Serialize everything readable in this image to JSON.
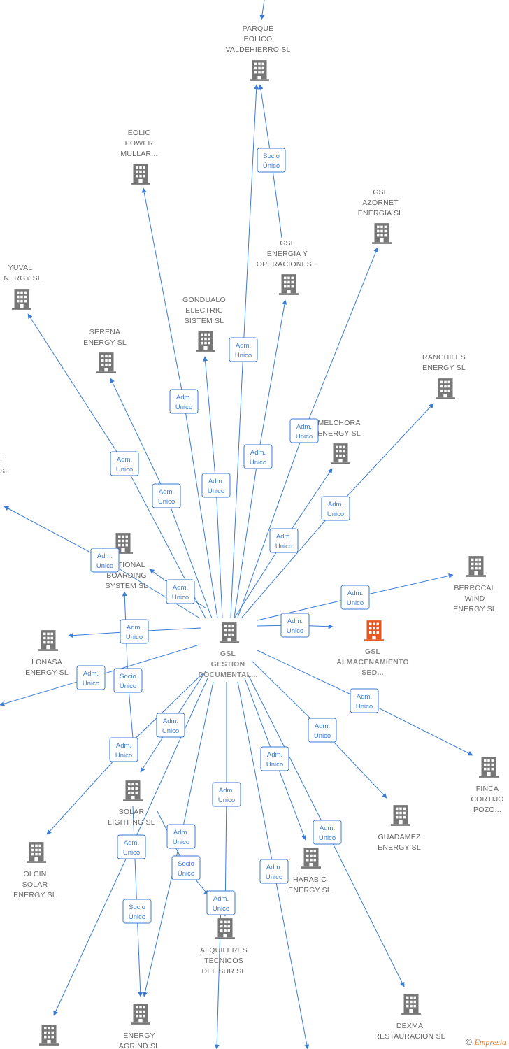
{
  "colors": {
    "edge": "#3a7bd5",
    "building": "#777777",
    "highlight": "#e8571e"
  },
  "nodes": [
    {
      "id": "center",
      "lines": [
        "GSL",
        "GESTION",
        "DOCUMENTAL..."
      ],
      "icon": "building-icon"
    },
    {
      "id": "parque",
      "lines": [
        "PARQUE",
        "EOLICO",
        "VALDEHIERRO SL"
      ],
      "icon": "building-icon"
    },
    {
      "id": "eolic",
      "lines": [
        "EOLIC",
        "POWER",
        "MULLAR..."
      ],
      "icon": "building-icon"
    },
    {
      "id": "azornet",
      "lines": [
        "GSL",
        "AZORNET",
        "ENERGIA SL"
      ],
      "icon": "building-icon"
    },
    {
      "id": "gslenergia",
      "lines": [
        "GSL",
        "ENERGIA Y",
        "OPERACIONES..."
      ],
      "icon": "building-icon"
    },
    {
      "id": "yuval",
      "lines": [
        "YUVAL",
        "ENERGY SL"
      ],
      "icon": "building-icon"
    },
    {
      "id": "gondualo",
      "lines": [
        "GONDUALO",
        "ELECTRIC",
        "SISTEM SL"
      ],
      "icon": "building-icon"
    },
    {
      "id": "serena",
      "lines": [
        "SERENA",
        "ENERGY SL"
      ],
      "icon": "building-icon"
    },
    {
      "id": "ranchiles",
      "lines": [
        "RANCHILES",
        "ENERGY SL"
      ],
      "icon": "building-icon"
    },
    {
      "id": "melchora",
      "lines": [
        "MELCHORA",
        "ENERGY SL"
      ],
      "icon": "building-icon"
    },
    {
      "id": "national",
      "lines": [
        "NATIONAL",
        "BOARDING",
        "SYSTEM SL"
      ],
      "icon": "building-icon"
    },
    {
      "id": "berrocal",
      "lines": [
        "BERROCAL",
        "WIND",
        "ENERGY SL"
      ],
      "icon": "building-icon"
    },
    {
      "id": "almacen",
      "lines": [
        "GSL",
        "ALMACENAMIENTO",
        "SED..."
      ],
      "icon": "building-icon",
      "highlight": true
    },
    {
      "id": "lonasa",
      "lines": [
        "LONASA",
        "ENERGY SL"
      ],
      "icon": "building-icon"
    },
    {
      "id": "finca",
      "lines": [
        "FINCA",
        "CORTIJO",
        "POZO..."
      ],
      "icon": "building-icon"
    },
    {
      "id": "guadamez",
      "lines": [
        "GUADAMEZ",
        "ENERGY SL"
      ],
      "icon": "building-icon"
    },
    {
      "id": "solar",
      "lines": [
        "SOLAR",
        "LIGHTING SL"
      ],
      "icon": "building-icon"
    },
    {
      "id": "olcin",
      "lines": [
        "OLCIN",
        "SOLAR",
        "ENERGY SL"
      ],
      "icon": "building-icon"
    },
    {
      "id": "harabic",
      "lines": [
        "HARABIC",
        "ENERGY SL"
      ],
      "icon": "building-icon"
    },
    {
      "id": "alquileres",
      "lines": [
        "ALQUILERES",
        "TECNICOS",
        "DEL SUR SL"
      ],
      "icon": "building-icon"
    },
    {
      "id": "dexma",
      "lines": [
        "DEXMA",
        "RESTAURACION SL"
      ],
      "icon": "building-icon"
    },
    {
      "id": "agrind",
      "lines": [
        "ENERGY",
        "AGRIND SL"
      ],
      "icon": "building-icon"
    },
    {
      "id": "bottomleft",
      "lines": [],
      "icon": "building-icon"
    },
    {
      "id": "leftcut",
      "lines": [
        "I",
        "SL"
      ],
      "icon": "none"
    }
  ],
  "edges": [
    {
      "label": [
        "Adm.",
        "Unico"
      ]
    },
    {
      "label": [
        "Socio",
        "Único"
      ]
    },
    {
      "label": [
        "Adm.",
        "Unico"
      ]
    },
    {
      "label": [
        "Adm.",
        "Unico"
      ]
    },
    {
      "label": [
        "Adm.",
        "Unico"
      ]
    },
    {
      "label": [
        "Adm.",
        "Unico"
      ]
    },
    {
      "label": [
        "Adm.",
        "Unico"
      ]
    },
    {
      "label": [
        "Adm.",
        "Unico"
      ]
    },
    {
      "label": [
        "Adm.",
        "Unico"
      ]
    },
    {
      "label": [
        "Adm.",
        "Unico"
      ]
    },
    {
      "label": [
        "Adm.",
        "Unico"
      ]
    },
    {
      "label": [
        "Adm.",
        "Unico"
      ]
    },
    {
      "label": [
        "Adm.",
        "Unico"
      ]
    },
    {
      "label": [
        "Adm.",
        "Unico"
      ]
    },
    {
      "label": [
        "Adm.",
        "Unico"
      ]
    },
    {
      "label": [
        "Adm.",
        "Unico"
      ]
    },
    {
      "label": [
        "Adm.",
        "Unico"
      ]
    },
    {
      "label": [
        "Socio",
        "Único"
      ]
    },
    {
      "label": [
        "Adm.",
        "Unico"
      ]
    },
    {
      "label": [
        "Adm.",
        "Unico"
      ]
    },
    {
      "label": [
        "Adm.",
        "Unico"
      ]
    },
    {
      "label": [
        "Adm.",
        "Unico"
      ]
    },
    {
      "label": [
        "Adm.",
        "Unico"
      ]
    },
    {
      "label": [
        "Adm.",
        "Unico"
      ]
    },
    {
      "label": [
        "Adm.",
        "Unico"
      ]
    },
    {
      "label": [
        "Adm.",
        "Unico"
      ]
    },
    {
      "label": [
        "Adm.",
        "Unico"
      ]
    },
    {
      "label": [
        "Socio",
        "Único"
      ]
    },
    {
      "label": [
        "Adm.",
        "Unico"
      ]
    },
    {
      "label": [
        "Socio",
        "Único"
      ]
    },
    {
      "label": [
        "Adm.",
        "Unico"
      ]
    },
    {
      "label": [
        "Adm.",
        "Unico"
      ]
    },
    {
      "label": []
    },
    {
      "label": []
    },
    {
      "label": []
    }
  ],
  "footer": {
    "copyright": "©",
    "brand": "Empresia"
  }
}
